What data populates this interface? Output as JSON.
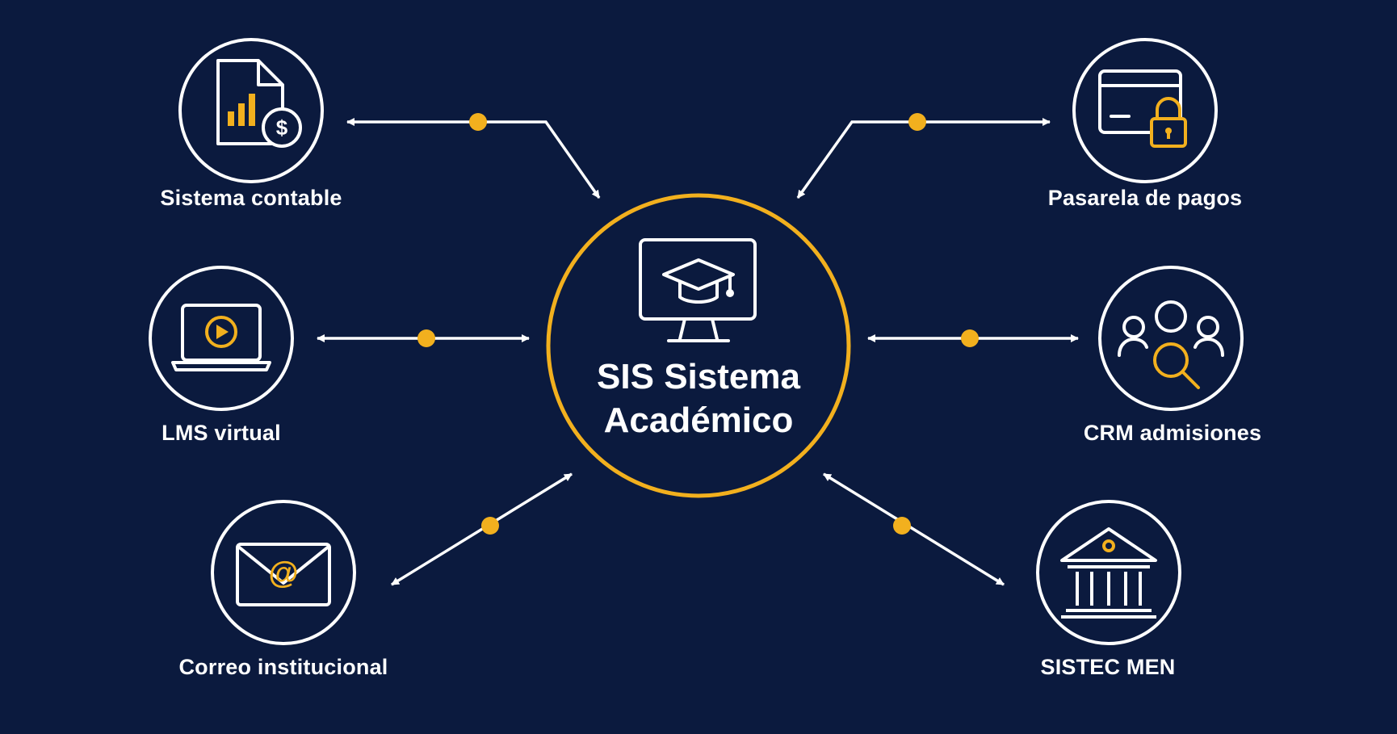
{
  "center": {
    "title_line1": "SIS Sistema",
    "title_line2": "Académico",
    "icon": "monitor-graduation-cap-icon"
  },
  "nodes": [
    {
      "id": "contable",
      "label": "Sistema contable",
      "icon": "document-chart-dollar-icon"
    },
    {
      "id": "pagos",
      "label": "Pasarela de pagos",
      "icon": "card-lock-icon"
    },
    {
      "id": "lms",
      "label": "LMS virtual",
      "icon": "laptop-play-icon"
    },
    {
      "id": "crm",
      "label": "CRM admisiones",
      "icon": "people-search-icon"
    },
    {
      "id": "correo",
      "label": "Correo institucional",
      "icon": "envelope-at-icon"
    },
    {
      "id": "sistec",
      "label": "SISTEC MEN",
      "icon": "bank-building-icon"
    }
  ],
  "colors": {
    "background": "#0b1a3e",
    "accent": "#f2b01e",
    "line": "#ffffff"
  }
}
